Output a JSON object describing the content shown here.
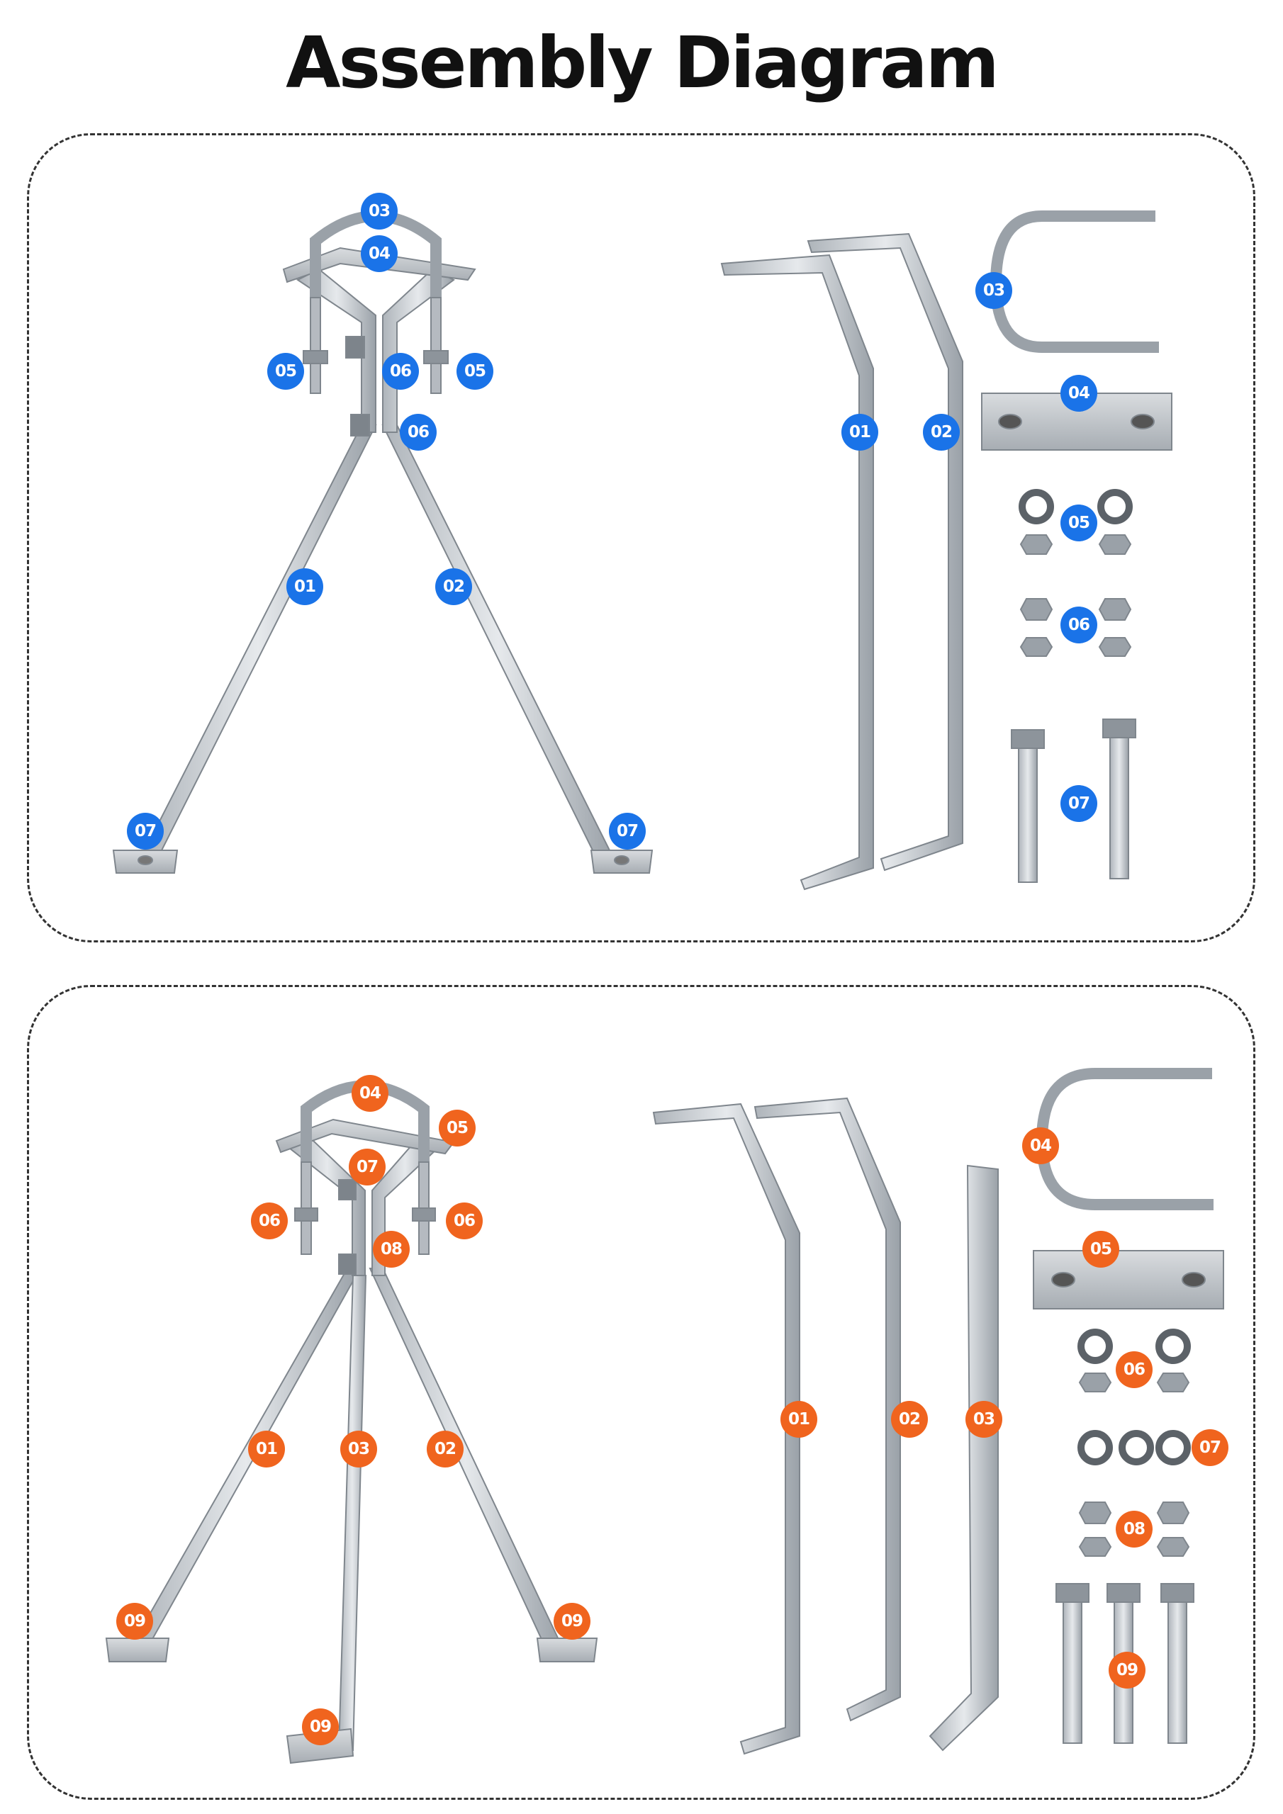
{
  "title": "Assembly Diagram",
  "colors": {
    "blue": "#1a73e8",
    "orange": "#f0641e",
    "metal": "#c9cdd1",
    "metal_dark": "#8d949b"
  },
  "top_panel": {
    "labels": [
      "01",
      "02",
      "03",
      "04",
      "05",
      "06",
      "07"
    ]
  },
  "bottom_panel": {
    "labels": [
      "01",
      "02",
      "03",
      "04",
      "05",
      "06",
      "07",
      "08",
      "09"
    ]
  }
}
